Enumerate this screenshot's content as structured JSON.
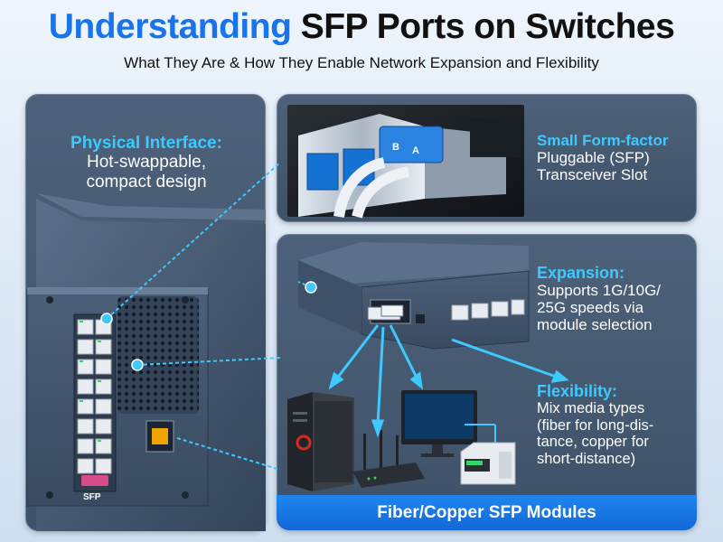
{
  "header": {
    "title_accent": "Understanding",
    "title_rest": " SFP Ports on Switches",
    "subtitle": "What They Are & How They Enable Network Expansion and Flexibility"
  },
  "callouts": {
    "physical": {
      "title": "Physical Interface:",
      "line1": "Hot-swappable,",
      "line2": "compact design"
    },
    "form_factor": {
      "line1": "Small Form-factor",
      "line2": "Pluggable (SFP)",
      "line3": "Transceiver Slot"
    },
    "expansion": {
      "title": "Expansion:",
      "line1": "Supports 1G/10G/",
      "line2": "25G speeds via",
      "line3": "module selection"
    },
    "flexibility": {
      "title": "Flexibility:",
      "line1": "Mix media types",
      "line2": "(fiber for long-dis-",
      "line3": "tance, copper for",
      "line4": "short-distance)"
    }
  },
  "banner": {
    "label": "Fiber/Copper SFP Modules"
  },
  "device_labels": {
    "sfp_port_label": "SFP",
    "fiber_a": "A",
    "fiber_b": "B"
  },
  "colors": {
    "accent": "#1a73e8",
    "callout_title": "#3ec9ff",
    "panel": "#46596f",
    "banner": "#1a78e6",
    "connector_line": "#3ec9ff"
  },
  "icons": [
    "sfp-transceiver-icon",
    "switch-icon",
    "pc-tower-icon",
    "router-icon",
    "monitor-icon",
    "ups-icon"
  ]
}
